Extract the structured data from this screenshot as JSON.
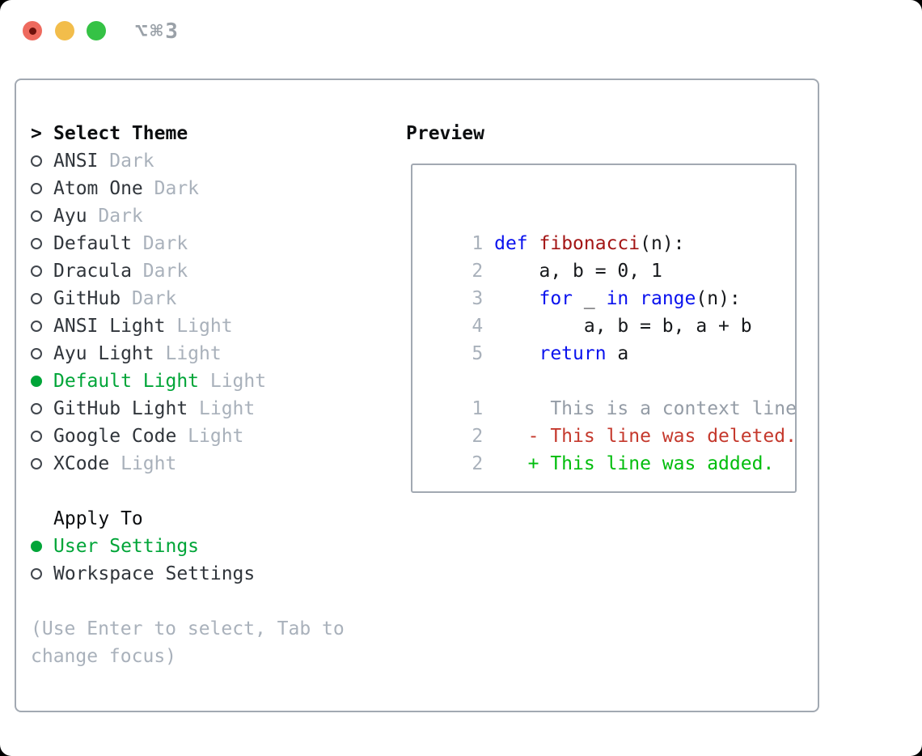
{
  "window": {
    "shortcut": "⌥⌘3"
  },
  "theme_panel": {
    "title_prompt": ">",
    "title": "Select Theme",
    "themes": [
      {
        "name": "ANSI",
        "variant": "Dark",
        "selected": false
      },
      {
        "name": "Atom One",
        "variant": "Dark",
        "selected": false
      },
      {
        "name": "Ayu",
        "variant": "Dark",
        "selected": false
      },
      {
        "name": "Default",
        "variant": "Dark",
        "selected": false
      },
      {
        "name": "Dracula",
        "variant": "Dark",
        "selected": false
      },
      {
        "name": "GitHub",
        "variant": "Dark",
        "selected": false
      },
      {
        "name": "ANSI Light",
        "variant": "Light",
        "selected": false
      },
      {
        "name": "Ayu Light",
        "variant": "Light",
        "selected": false
      },
      {
        "name": "Default Light",
        "variant": "Light",
        "selected": true
      },
      {
        "name": "GitHub Light",
        "variant": "Light",
        "selected": false
      },
      {
        "name": "Google Code",
        "variant": "Light",
        "selected": false
      },
      {
        "name": "XCode",
        "variant": "Light",
        "selected": false
      }
    ],
    "apply_to": {
      "title": "Apply To",
      "options": [
        {
          "label": "User Settings",
          "selected": true
        },
        {
          "label": "Workspace Settings",
          "selected": false
        }
      ]
    },
    "help": [
      "(Use Enter to select, Tab to",
      "change focus)"
    ]
  },
  "preview": {
    "title": "Preview",
    "lines": [
      {
        "num": "1",
        "segments": [
          {
            "t": "def",
            "s": "kw"
          },
          {
            "t": " ",
            "s": "pl"
          },
          {
            "t": "fibonacci",
            "s": "fn"
          },
          {
            "t": "(n):",
            "s": "pl"
          }
        ]
      },
      {
        "num": "2",
        "segments": [
          {
            "t": "    a, b = 0, 1",
            "s": "pl"
          }
        ]
      },
      {
        "num": "3",
        "segments": [
          {
            "t": "    ",
            "s": "pl"
          },
          {
            "t": "for",
            "s": "kw"
          },
          {
            "t": " _ ",
            "s": "pl"
          },
          {
            "t": "in",
            "s": "kw"
          },
          {
            "t": " ",
            "s": "pl"
          },
          {
            "t": "range",
            "s": "kw"
          },
          {
            "t": "(n):",
            "s": "pl"
          }
        ]
      },
      {
        "num": "4",
        "segments": [
          {
            "t": "        a, b = b, a + b",
            "s": "pl"
          }
        ]
      },
      {
        "num": "5",
        "segments": [
          {
            "t": "    ",
            "s": "pl"
          },
          {
            "t": "return",
            "s": "kw"
          },
          {
            "t": " a",
            "s": "pl"
          }
        ]
      },
      {
        "num": "",
        "segments": []
      },
      {
        "num": "1",
        "segments": [
          {
            "t": "     This is a context line.",
            "s": "ctx"
          }
        ]
      },
      {
        "num": "2",
        "segments": [
          {
            "t": "   - This line was deleted.",
            "s": "del"
          }
        ]
      },
      {
        "num": "2",
        "segments": [
          {
            "t": "   + This line was added.",
            "s": "add"
          }
        ]
      }
    ]
  },
  "colors": {
    "accent_selected": "#00a538",
    "keyword": "#0a12ee",
    "function": "#a31515",
    "diff_deleted": "#c5392d",
    "diff_added": "#00bd0c",
    "muted": "#a9b1bb",
    "context": "#949ca6",
    "text": "#30353b",
    "heading": "#0c0e10",
    "border": "#a2a9b2",
    "traffic_red": "#ee6a5e",
    "traffic_red_dot": "#6e120c",
    "traffic_yellow": "#f2bd4b",
    "traffic_green": "#35c245",
    "shortcut_text": "#9aa1a8"
  }
}
